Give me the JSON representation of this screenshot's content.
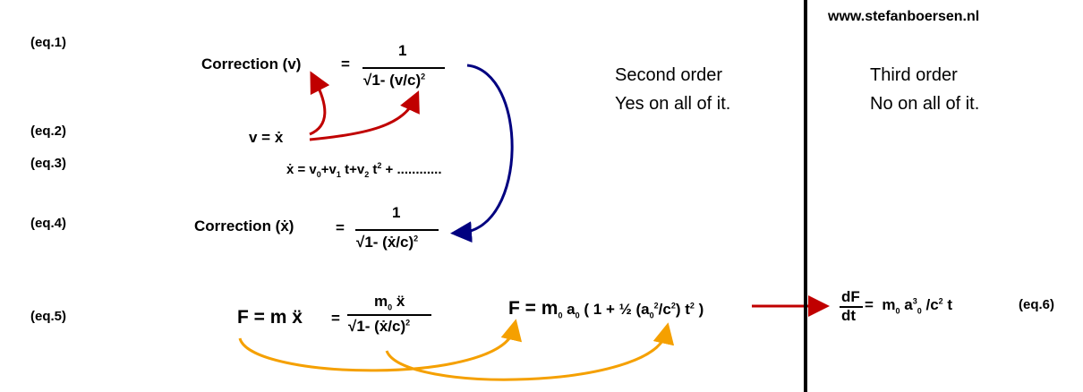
{
  "site": "www.stefanboersen.nl",
  "labels": [
    "(eq.1)",
    "(eq.2)",
    "(eq.3)",
    "(eq.4)",
    "(eq.5)",
    "(eq.6)"
  ],
  "eq1": {
    "lhs": "Correction (v)",
    "eq": "=",
    "num": "1",
    "den": "1- (v/c)",
    "exp": "2"
  },
  "eq2": {
    "text": "v  = ẋ"
  },
  "eq3": {
    "lhs": "ẋ = v",
    "s0": "0",
    "p1": "+v",
    "s1": "1",
    "p2": " t+v",
    "s2": "2",
    "p3": " t",
    "e2": "2",
    "tail": " + ............"
  },
  "eq4": {
    "lhs": "Correction (ẋ)",
    "eq": "=",
    "num": "1",
    "den": "1- (ẋ/c)",
    "exp": "2"
  },
  "eq5": {
    "lhs": "F =  m ẍ",
    "eq": "=",
    "num_m": "m",
    "num_s": "0",
    "num_x": " ẍ",
    "den": "1- (ẋ/c)",
    "exp": "2"
  },
  "eq5b": {
    "f": "F =  m",
    "s0": "0",
    "a": " a",
    "s1": "0",
    "mid": "  ( 1 + ",
    "half": "½",
    "p": " (a",
    "s2": "0",
    "e1": "2",
    "c": "/c",
    "e2": "2",
    "t": ") t",
    "e3": "2",
    "end": " )"
  },
  "eq6": {
    "num": "dF",
    "den": "dt",
    "eq": "=",
    "m": "m",
    "s0": "0",
    "a": " a",
    "e1": "3",
    "s1": "0",
    "c": " /c",
    "e2": "2",
    "t": "  t"
  },
  "second": {
    "title": "Second order",
    "body": "Yes on all of it."
  },
  "third": {
    "title": "Third order",
    "body": "No on all of it."
  },
  "colors": {
    "red": "#c00000",
    "blue": "#000080",
    "orange": "#f5a000"
  }
}
